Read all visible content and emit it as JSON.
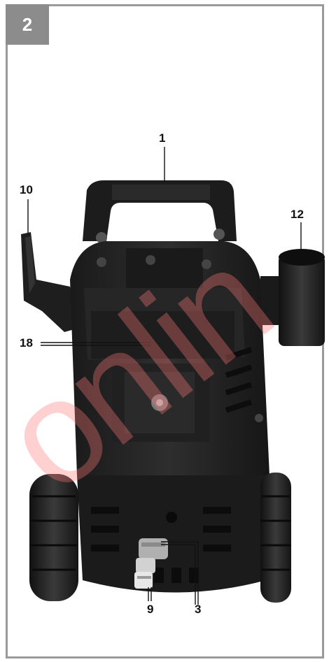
{
  "figure": {
    "number": "2",
    "watermark": "onlin",
    "callouts": [
      {
        "id": "c1",
        "label": "1"
      },
      {
        "id": "c10",
        "label": "10"
      },
      {
        "id": "c12",
        "label": "12"
      },
      {
        "id": "c18",
        "label": "18"
      },
      {
        "id": "c9",
        "label": "9"
      },
      {
        "id": "c3",
        "label": "3"
      }
    ]
  }
}
